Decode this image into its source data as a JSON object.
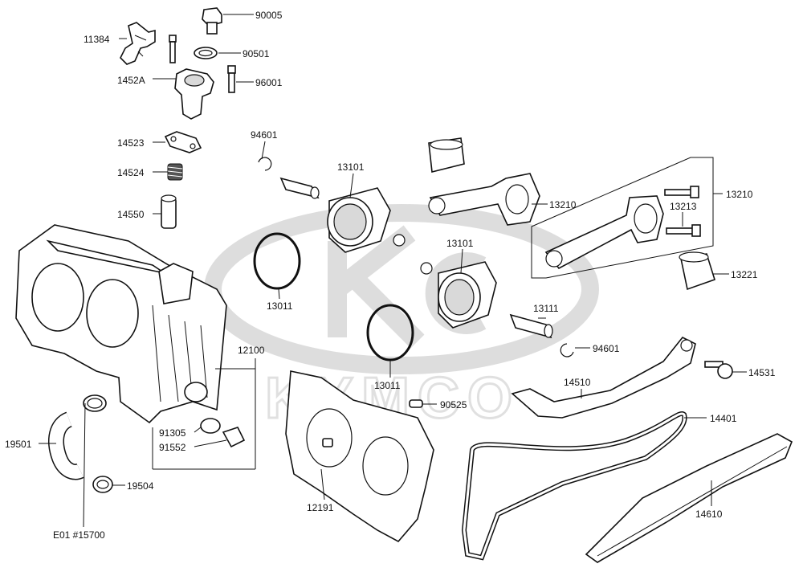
{
  "brand": {
    "watermark": "KYMCO"
  },
  "labels": {
    "p90005": "90005",
    "p11384": "11384",
    "p90501": "90501",
    "p1452A": "1452A",
    "p96001": "96001",
    "p14523": "14523",
    "p94601a": "94601",
    "p14524": "14524",
    "p13101a": "13101",
    "p13210a": "13210",
    "p13210b": "13210",
    "p13213": "13213",
    "p14550": "14550",
    "p13101b": "13101",
    "p13221": "13221",
    "p13011a": "13011",
    "p13111": "13111",
    "p94601b": "94601",
    "p12100": "12100",
    "p14531": "14531",
    "p14510": "14510",
    "p13011b": "13011",
    "p90525": "90525",
    "p14401": "14401",
    "p91305": "91305",
    "p91552": "91552",
    "p19501": "19501",
    "p19504": "19504",
    "p12191": "12191",
    "p14610": "14610",
    "pE01": "E01 #15700"
  }
}
